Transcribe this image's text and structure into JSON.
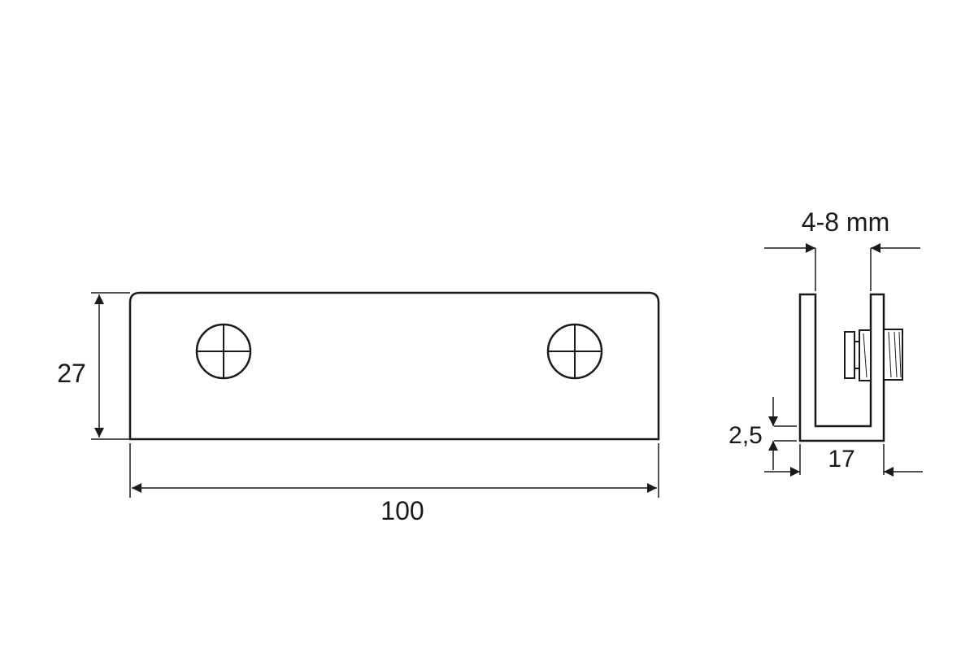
{
  "front_view": {
    "height_label": "27",
    "length_label": "100"
  },
  "side_view": {
    "glass_thickness_label": "4-8 mm",
    "base_thickness_label": "2,5",
    "width_label": "17"
  },
  "colors": {
    "line": "#1a1a1a",
    "background": "#ffffff"
  }
}
